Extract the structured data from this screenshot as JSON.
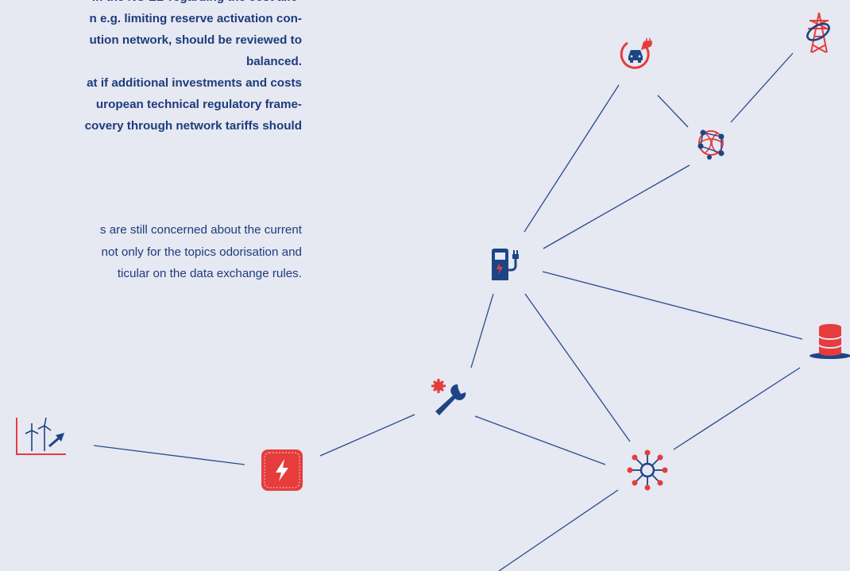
{
  "text": {
    "bold_lines": [
      "in the NC EB regarding the cost allo-",
      "n e.g. limiting reserve activation con-",
      "ution network, should be reviewed to",
      "balanced.",
      "at if additional investments and costs",
      "uropean technical regulatory frame-",
      "covery through network tariffs should"
    ],
    "plain_lines": [
      "s are still concerned about the current",
      "not only for the topics odorisation and",
      "ticular on the data exchange rules."
    ]
  },
  "colors": {
    "background": "#e6e8f2",
    "text_blue": "#1d3c7c",
    "line_blue": "#2a4a8c",
    "icon_red": "#e63c3c",
    "icon_blue": "#1d4585"
  },
  "icons": [
    "ev-charging-cycle-icon",
    "power-pylon-icon",
    "network-globe-icon",
    "charging-station-icon",
    "gas-storage-icon",
    "tools-icon",
    "wind-growth-icon",
    "electricity-icon",
    "hub-icon"
  ]
}
